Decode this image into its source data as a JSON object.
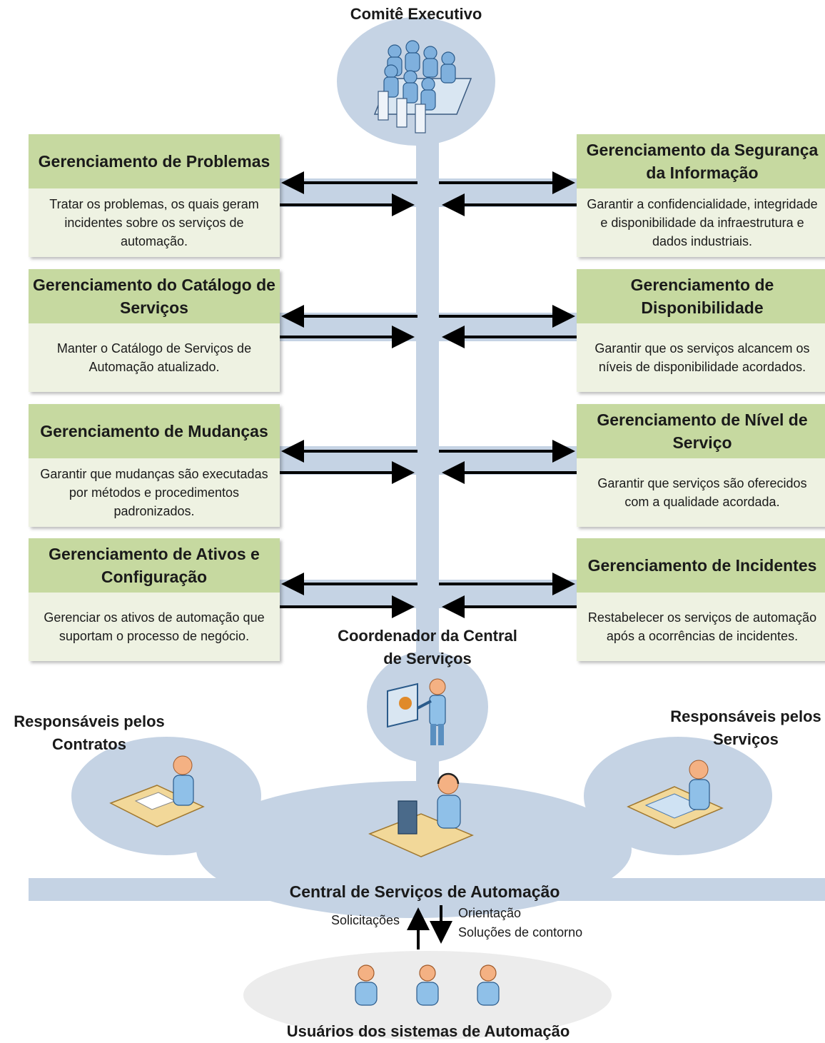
{
  "top_label": "Comitê Executivo",
  "cards": [
    {
      "title": "Gerenciamento de Problemas",
      "desc": "Tratar os problemas, os quais geram incidentes sobre os serviços de automação."
    },
    {
      "title": "Gerenciamento do Catálogo de Serviços",
      "desc": "Manter o Catálogo de Serviços de Automação atualizado."
    },
    {
      "title": "Gerenciamento de Mudanças",
      "desc": "Garantir que mudanças são executadas por métodos e procedimentos padronizados."
    },
    {
      "title": "Gerenciamento de Ativos e Configuração",
      "desc": "Gerenciar os ativos de automação que suportam o processo de negócio."
    },
    {
      "title": "Gerenciamento da Segurança da Informação",
      "desc": "Garantir a confidencialidade, integridade e disponibilidade da infraestrutura e dados industriais."
    },
    {
      "title": "Gerenciamento de Disponibilidade",
      "desc": "Garantir que os serviços alcancem os níveis de disponibilidade acordados."
    },
    {
      "title": "Gerenciamento de Nível de Serviço",
      "desc": "Garantir que serviços são oferecidos com a qualidade acordada."
    },
    {
      "title": "Gerenciamento de Incidentes",
      "desc": "Restabelecer os serviços de automação após a ocorrências de incidentes."
    }
  ],
  "coordinator_label": "Coordenador da Central de Serviços",
  "contracts_label": "Responsáveis pelos Contratos",
  "services_label": "Responsáveis pelos Serviços",
  "central_label": "Central de Serviços de Automação",
  "requests_label": "Solicitações",
  "guidance_label": "Orientação",
  "workarounds_label": "Soluções de contorno",
  "users_label": "Usuários dos sistemas de Automação",
  "colors": {
    "flow": "#c5d3e4",
    "title_bg": "#c6d9a0",
    "body_bg": "#eef2e2",
    "users_bg": "#ececec"
  }
}
